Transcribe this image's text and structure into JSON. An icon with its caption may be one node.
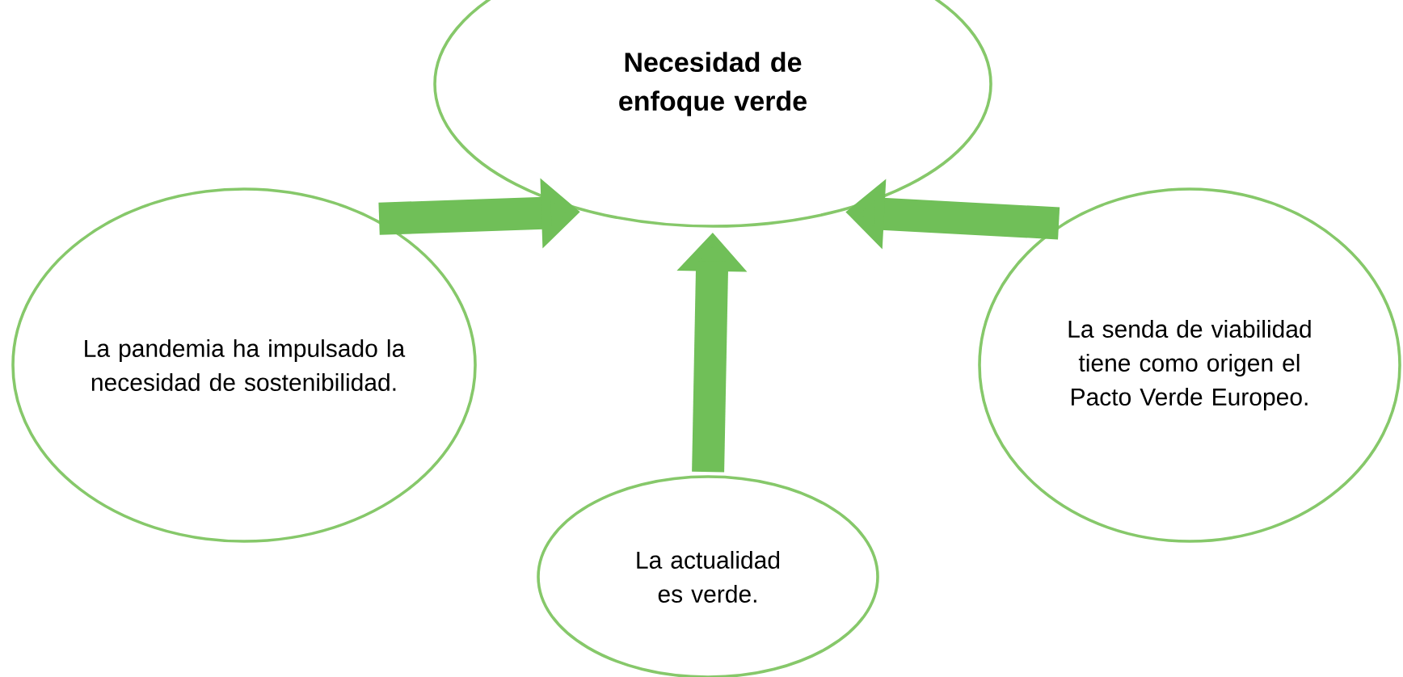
{
  "diagram": {
    "nodes": [
      {
        "text": [
          "Necesidad de enfoque verde"
        ]
      },
      {
        "text": [
          "La pandemia ha impulsado la necesidad de sostenibilidad."
        ]
      },
      {
        "text": [
          "La actualidad es verde."
        ]
      },
      {
        "text": [
          "La senda de viabilidad tiene como origen el Pacto Verde Europeo."
        ]
      }
    ],
    "edges": [
      {
        "from": 1,
        "to": 0,
        "arrow": "to"
      },
      {
        "from": 2,
        "to": 0,
        "arrow": "to"
      },
      {
        "from": 3,
        "to": 0,
        "arrow": "to"
      }
    ]
  }
}
